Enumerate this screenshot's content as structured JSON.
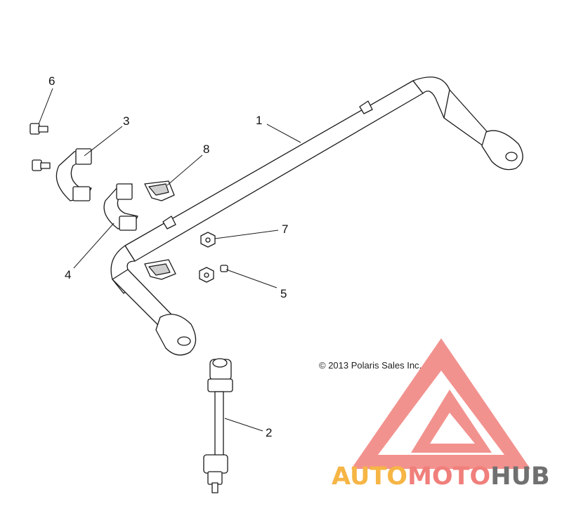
{
  "callouts": {
    "c1": "1",
    "c2": "2",
    "c3": "3",
    "c4": "4",
    "c5": "5",
    "c6": "6",
    "c7": "7",
    "c8": "8"
  },
  "copyright": "© 2013 Polaris Sales Inc.",
  "watermark": {
    "part1": "AUTO",
    "part2": "MOTO",
    "part3": "HUB",
    "colors": {
      "auto": "#f6b545",
      "moto": "#f07f7b",
      "hub": "#707070",
      "logo": "#f07f7b"
    }
  }
}
